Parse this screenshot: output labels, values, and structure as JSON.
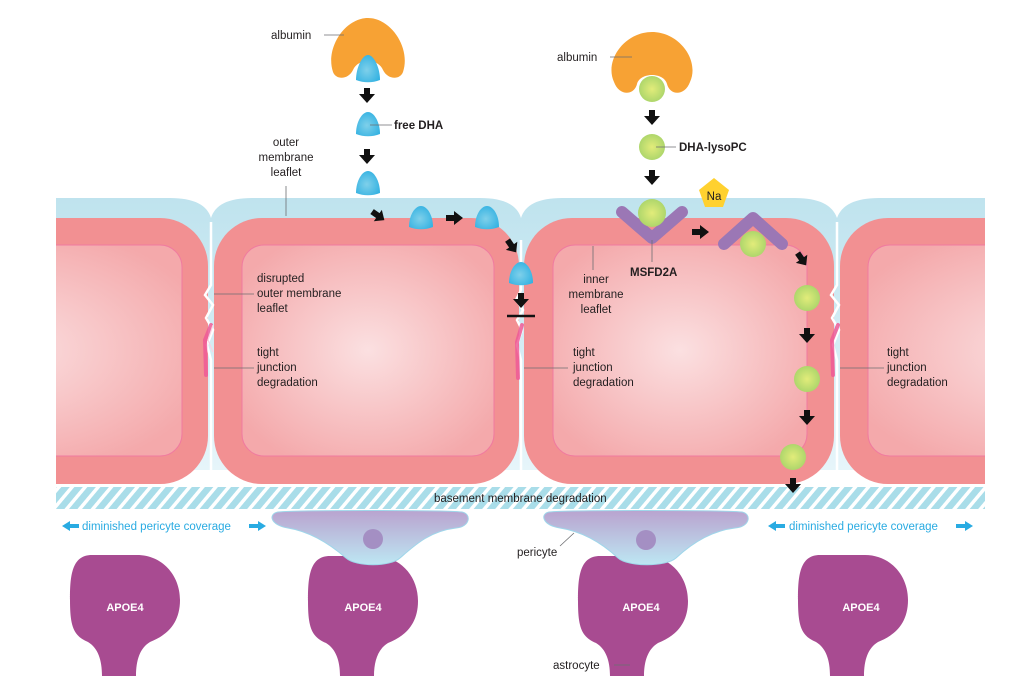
{
  "title": "DHA transport across blood-brain barrier endothelium with APOE4",
  "colors": {
    "albumin": "#f7a234",
    "free_dha": "#3db7e4",
    "dha_lysopc": "#b5d96b",
    "msfd2a": "#9b77b5",
    "sodium": "#ffd12f",
    "cell_outer": "#f29092",
    "cell_inner": "#f6b0b2",
    "membrane_blue": "#bfe3ee",
    "basement_hatch": "#a9dde9",
    "pericyte_top": "#b8a4cf",
    "pericyte_bottom": "#bfe6f2",
    "astrocyte": "#a84b91",
    "tight_junction": "#ee5a97",
    "arrow_blue": "#29abe2"
  },
  "labels": {
    "albumin_left": "albumin",
    "free_dha": "free DHA",
    "outer_membrane_leaflet": [
      "outer",
      "membrane",
      "leaflet"
    ],
    "albumin_right": "albumin",
    "dha_lysopc": "DHA-lysoPC",
    "sodium": "Na",
    "msfd2a": "MSFD2A",
    "inner_membrane_leaflet": [
      "inner",
      "membrane",
      "leaflet"
    ],
    "disrupted_outer_membrane_leaflet": [
      "disrupted",
      "outer membrane",
      "leaflet"
    ],
    "tight_junction_degradation": [
      "tight",
      "junction",
      "degradation"
    ],
    "basement_membrane_degradation": "basement membrane degradation",
    "diminished_pericyte_coverage": "diminished pericyte coverage",
    "pericyte": "pericyte",
    "astrocyte": "astrocyte",
    "apoe4": "APOE4"
  },
  "astrocytes": [
    {
      "label": "APOE4"
    },
    {
      "label": "APOE4"
    },
    {
      "label": "APOE4"
    },
    {
      "label": "APOE4"
    }
  ]
}
